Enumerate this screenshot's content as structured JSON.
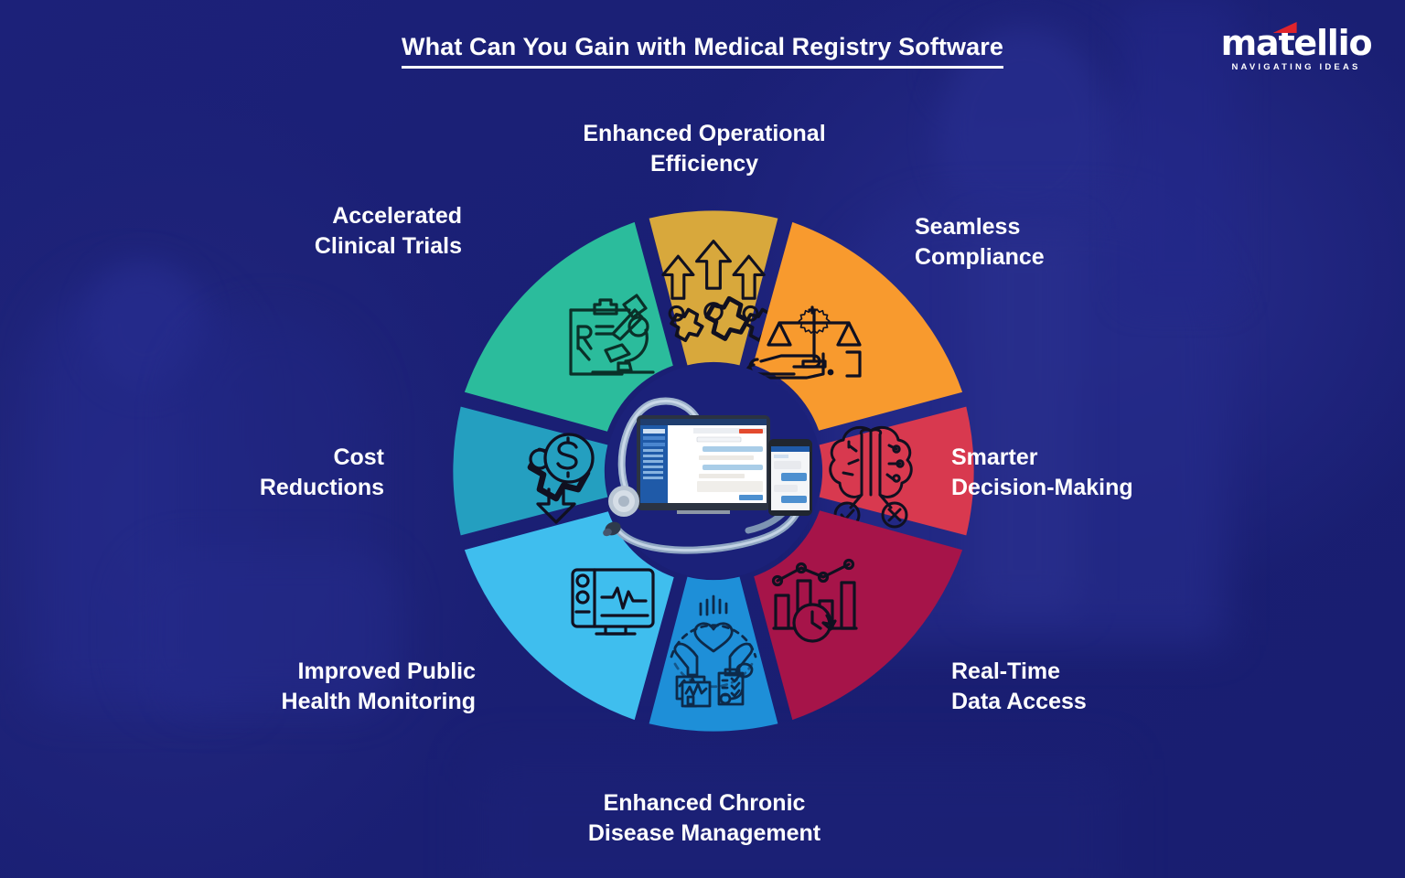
{
  "header": {
    "title": "What Can You Gain with Medical Registry Software",
    "logo_word": "matellio",
    "logo_tagline": "NAVIGATING IDEAS"
  },
  "theme": {
    "background": "#1b2079",
    "hub": "#1b2179",
    "title_color": "#ffffff",
    "label_color": "#ffffff",
    "logo_accent": "#e0242c",
    "icon_stroke": "#101020"
  },
  "center": {
    "alt": "tablet and smartphone showing medical registry software with a stethoscope"
  },
  "chart_data": {
    "type": "pie",
    "title": "What Can You Gain with Medical Registry Software",
    "legend_position": "around",
    "categories": [
      "Enhanced Operational Efficiency",
      "Seamless Compliance",
      "Smarter Decision-Making",
      "Real-Time Data Access",
      "Enhanced Chronic Disease Management",
      "Improved Public Health Monitoring",
      "Cost Reductions",
      "Accelerated Clinical Trials"
    ],
    "values": [
      12.5,
      12.5,
      12.5,
      12.5,
      12.5,
      12.5,
      12.5,
      12.5
    ],
    "colors": [
      "#d8a83c",
      "#f89a2e",
      "#d8394f",
      "#a61449",
      "#1e8fd8",
      "#3fbeee",
      "#249fc0",
      "#2bbc9c"
    ]
  },
  "segments": [
    {
      "id": "efficiency",
      "label": "Enhanced Operational\nEfficiency",
      "color": "#d8a83c",
      "icon": "gears-up-arrows-icon",
      "position": "top"
    },
    {
      "id": "compliance",
      "label": "Seamless\nCompliance",
      "color": "#f89a2e",
      "icon": "hand-scales-medical-icon",
      "position": "top-right"
    },
    {
      "id": "decision",
      "label": "Smarter\nDecision-Making",
      "color": "#d8394f",
      "icon": "brain-check-cross-icon",
      "position": "right"
    },
    {
      "id": "realtime",
      "label": "Real-Time\nData Access",
      "color": "#a61449",
      "icon": "bar-chart-clock-icon",
      "position": "bottom-right"
    },
    {
      "id": "chronic",
      "label": "Enhanced Chronic\nDisease Management",
      "color": "#1e8fd8",
      "icon": "hands-heart-care-icon",
      "position": "bottom"
    },
    {
      "id": "public-health",
      "label": "Improved Public\nHealth Monitoring",
      "color": "#3fbeee",
      "icon": "vital-signs-monitor-icon",
      "position": "bottom-left"
    },
    {
      "id": "cost",
      "label": "Cost\nReductions",
      "color": "#249fc0",
      "icon": "gear-dollar-down-arrow-icon",
      "position": "left"
    },
    {
      "id": "trials",
      "label": "Accelerated\nClinical Trials",
      "color": "#2bbc9c",
      "icon": "rx-clipboard-microscope-icon",
      "position": "top-left"
    }
  ]
}
